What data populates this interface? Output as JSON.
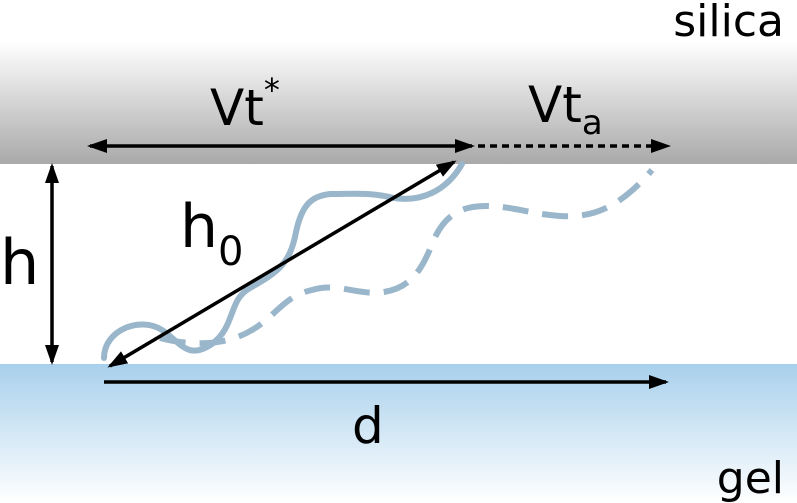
{
  "labels": {
    "silica": "silica",
    "gel": "gel",
    "h": "h",
    "h0_base": "h",
    "h0_sub": "0",
    "vtstar_base": "Vt",
    "vtstar_sup": "*",
    "vta_base": "Vt",
    "vta_sub": "a",
    "d": "d"
  },
  "colors": {
    "silica_top": "#ffffff",
    "silica_bottom": "#a9a9a9",
    "gel_top": "#a8d0ec",
    "gel_bottom": "#ffffff",
    "chain": "#9ab6cb",
    "arrow": "#000000"
  }
}
